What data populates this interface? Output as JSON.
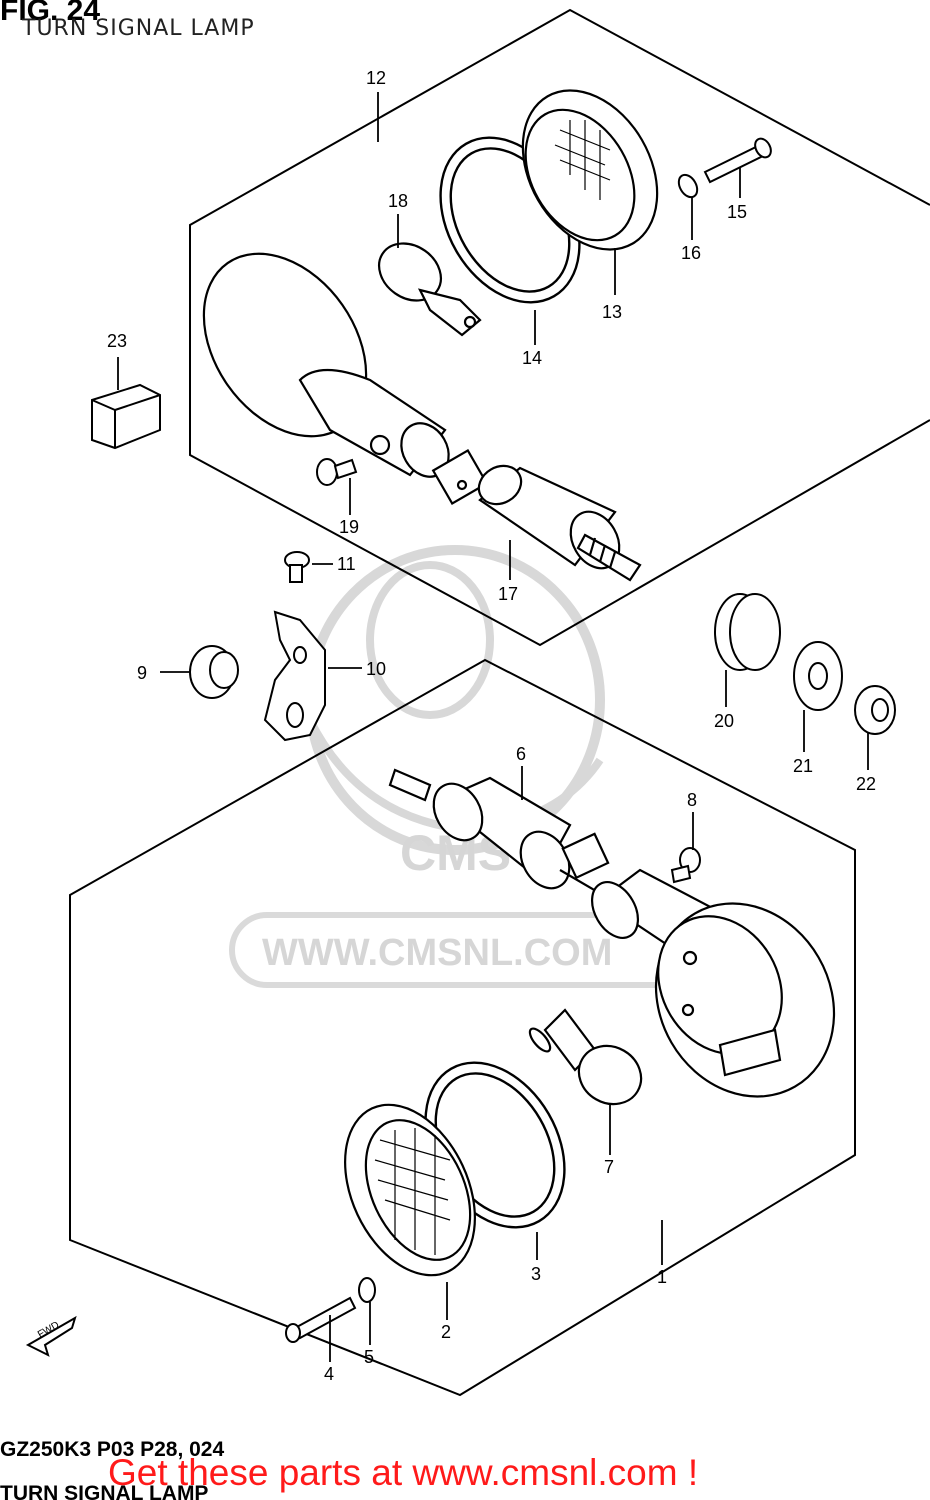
{
  "figure": {
    "number": "FIG. 24",
    "title": "TURN SIGNAL LAMP"
  },
  "footer": {
    "model_code": "GZ250K3 P03 P28, 024",
    "section_name": "TURN SIGNAL LAMP"
  },
  "promo": {
    "text": "Get these parts at www.cmsnl.com !"
  },
  "watermark": {
    "brand": "CMS",
    "url": "WWW.CMSNL.COM"
  },
  "direction_badge": {
    "label": "FWD"
  },
  "callouts": [
    "1",
    "2",
    "3",
    "4",
    "5",
    "6",
    "7",
    "8",
    "9",
    "10",
    "11",
    "12",
    "13",
    "14",
    "15",
    "16",
    "17",
    "18",
    "19",
    "20",
    "21",
    "22",
    "23"
  ],
  "colors": {
    "line": "#000000",
    "watermark": "#d6d6d6",
    "promo": "#ff1a1a"
  }
}
